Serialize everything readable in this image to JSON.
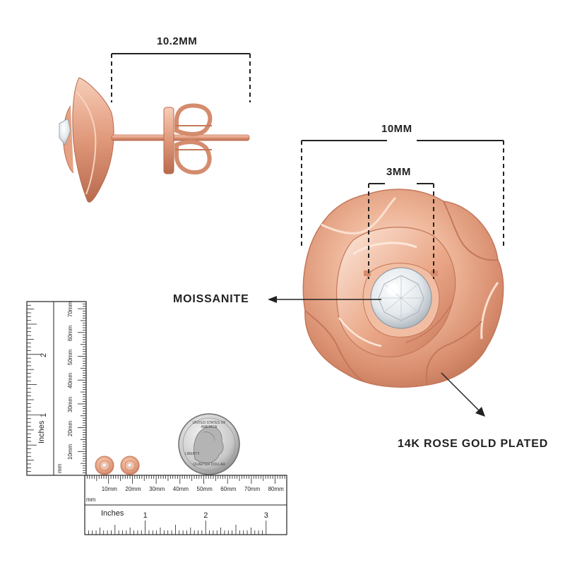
{
  "dimensions": {
    "post_length": "10.2MM",
    "flower_width": "10MM",
    "stone_width": "3MM"
  },
  "callouts": {
    "stone": "MOISSANITE",
    "metal": "14K ROSE GOLD PLATED"
  },
  "ruler": {
    "unit_mm": "mm",
    "unit_inches": "Inches",
    "mm_ticks": [
      "10mm",
      "20mm",
      "30mm",
      "40mm",
      "50mm",
      "60mm",
      "70mm",
      "80mm"
    ],
    "mm_ticks_vertical": [
      "10mm",
      "20mm",
      "30mm",
      "40mm",
      "50mm",
      "60mm",
      "70mm"
    ],
    "inch_ticks": [
      "1",
      "2",
      "3"
    ],
    "inch_ticks_vertical": [
      "1",
      "2"
    ]
  },
  "coin": {
    "top_text": "UNITED STATES OF AMERICA",
    "word": "LIBERTY",
    "bottom_text": "QUARTER DOLLAR"
  },
  "colors": {
    "rose_gold": "#e8a88c",
    "rose_gold_dark": "#c97a5e",
    "rose_gold_light": "#f8d6c4",
    "line": "#222222"
  }
}
